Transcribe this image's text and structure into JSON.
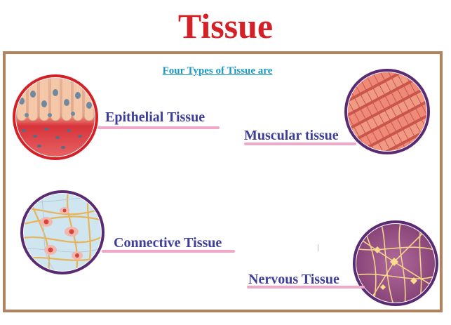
{
  "title": "Tissue",
  "subtitle": "Four Types of Tissue are",
  "tissues": [
    {
      "label": "Epithelial Tissue"
    },
    {
      "label": "Muscular tissue"
    },
    {
      "label": "Connective Tissue"
    },
    {
      "label": "Nervous Tissue"
    }
  ],
  "colors": {
    "title": "#d42027",
    "subtitle": "#1a9ac4",
    "label": "#3e3e9a",
    "frame": "#b3825f",
    "underline": "#f0a8c8",
    "epithelial_ring": "#d42027",
    "other_ring": "#5a2a72"
  }
}
